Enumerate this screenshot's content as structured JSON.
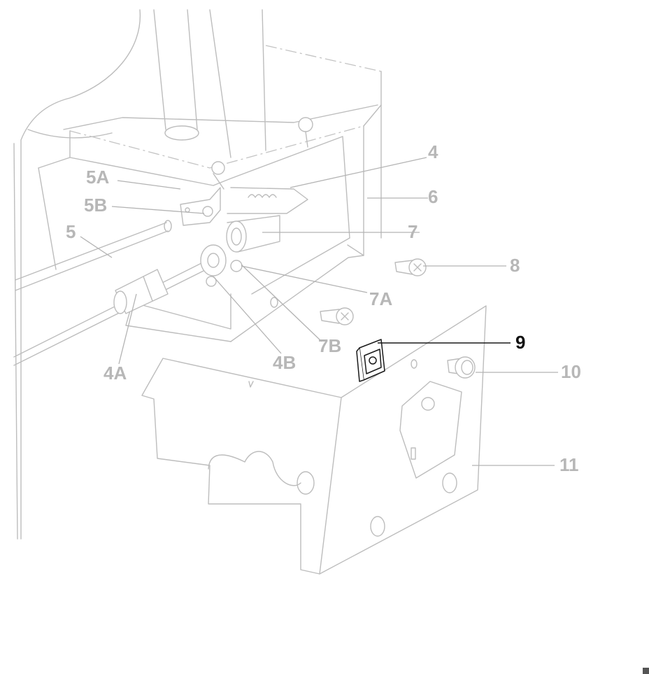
{
  "diagram": {
    "highlight_color": "#111111",
    "dim_color": "#b7b7b7",
    "highlighted_callout": "9",
    "callouts": {
      "c4": "4",
      "c4a": "4A",
      "c4b": "4B",
      "c5": "5",
      "c5a": "5A",
      "c5b": "5B",
      "c6": "6",
      "c7": "7",
      "c7a": "7A",
      "c7b": "7B",
      "c8": "8",
      "c9": "9",
      "c10": "10",
      "c11": "11"
    }
  }
}
